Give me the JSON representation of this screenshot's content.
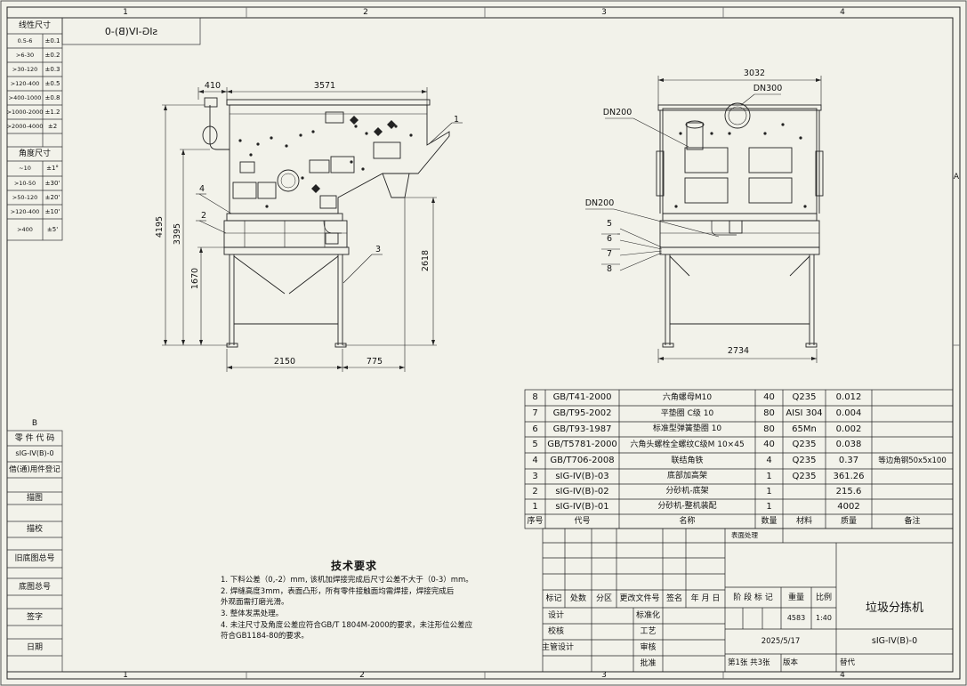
{
  "zones": {
    "top": [
      "1",
      "2",
      "3",
      "4"
    ],
    "bottom": [
      "1",
      "2",
      "3",
      "4"
    ],
    "right": [
      "A"
    ],
    "left": [
      "B"
    ]
  },
  "mirror_drawing_no": "sIG-IV(B)-0",
  "tolerance": {
    "linear_title": "线性尺寸",
    "linear": [
      {
        "range": "0.5-6",
        "tol": "±0.1"
      },
      {
        "range": ">6-30",
        "tol": "±0.2"
      },
      {
        "range": ">30-120",
        "tol": "±0.3"
      },
      {
        "range": ">120-400",
        "tol": "±0.5"
      },
      {
        "range": ">400-1000",
        "tol": "±0.8"
      },
      {
        "range": ">1000-2000",
        "tol": "±1.2"
      },
      {
        "range": ">2000-4000",
        "tol": "±2"
      }
    ],
    "angle_title": "角度尺寸",
    "angle": [
      {
        "range": "~10",
        "tol": "±1°"
      },
      {
        "range": ">10-50",
        "tol": "±30'"
      },
      {
        "range": ">50-120",
        "tol": "±20'"
      },
      {
        "range": ">120-400",
        "tol": "±10'"
      },
      {
        "range": ">400",
        "tol": "±5'"
      }
    ]
  },
  "left_panel": {
    "part_code_label": "零 件 代 码",
    "part_code": "sIG-IV(B)-0",
    "borrow_label": "借(通)用件登记",
    "rows": [
      "描图",
      "描校",
      "旧底图总号",
      "底图总号",
      "签字",
      "日期"
    ]
  },
  "dims_front": {
    "d410": "410",
    "d3571": "3571",
    "d4195": "4195",
    "d3395": "3395",
    "d1670": "1670",
    "d2618": "2618",
    "d2150": "2150",
    "d775": "775"
  },
  "dims_side": {
    "d3032": "3032",
    "d2734": "2734",
    "dn300": "DN300",
    "dn200a": "DN200",
    "dn200b": "DN200"
  },
  "balloons_front": [
    "1",
    "2",
    "3",
    "4"
  ],
  "balloons_side": [
    "5",
    "6",
    "7",
    "8"
  ],
  "bom": {
    "rows": [
      {
        "no": "8",
        "code": "GB/T41-2000",
        "name": "六角螺母M10",
        "qty": "40",
        "mat": "Q235",
        "mass": "0.012",
        "note": ""
      },
      {
        "no": "7",
        "code": "GB/T95-2002",
        "name": "平垫圈 C级 10",
        "qty": "80",
        "mat": "AISI 304",
        "mass": "0.004",
        "note": ""
      },
      {
        "no": "6",
        "code": "GB/T93-1987",
        "name": "标准型弹簧垫圈 10",
        "qty": "80",
        "mat": "65Mn",
        "mass": "0.002",
        "note": ""
      },
      {
        "no": "5",
        "code": "GB/T5781-2000",
        "name": "六角头螺栓全螺纹C级M 10×45",
        "qty": "40",
        "mat": "Q235",
        "mass": "0.038",
        "note": ""
      },
      {
        "no": "4",
        "code": "GB/T706-2008",
        "name": "联结角铁",
        "qty": "4",
        "mat": "Q235",
        "mass": "0.37",
        "note": "等边角钢50x5x100"
      },
      {
        "no": "3",
        "code": "sIG-IV(B)-03",
        "name": "底部加高架",
        "qty": "1",
        "mat": "Q235",
        "mass": "361.26",
        "note": ""
      },
      {
        "no": "2",
        "code": "sIG-IV(B)-02",
        "name": "分砂机-底架",
        "qty": "1",
        "mat": "",
        "mass": "215.6",
        "note": ""
      },
      {
        "no": "1",
        "code": "sIG-IV(B)-01",
        "name": "分砂机-整机装配",
        "qty": "1",
        "mat": "",
        "mass": "4002",
        "note": ""
      }
    ],
    "header": {
      "no": "序号",
      "code": "代号",
      "name": "名称",
      "qty": "数量",
      "mat": "材料",
      "mass": "质量",
      "note": "备注"
    }
  },
  "tech": {
    "title": "技术要求",
    "items": [
      "1. 下料公差（0,-2）mm, 该机加焊接完成后尺寸公差不大于（0-3）mm。",
      "2. 焊缝高度3mm，表面凸形，所有零件接触面均需焊接，焊接完成后",
      "    外观面需打磨光滑。",
      "3. 整体发黑处理。",
      "4. 未注尺寸及角度公差应符合GB/T 1804M-2000的要求，未注形位公差应",
      "    符合GB1184-80的要求。"
    ]
  },
  "title_block": {
    "surface": "表面处理",
    "labels": {
      "mark": "标记",
      "count": "处数",
      "zone": "分区",
      "doc": "更改文件号",
      "sign": "签名",
      "date": "年 月 日"
    },
    "design": "设计",
    "check": "校核",
    "chief": "主管设计",
    "std": "标准化",
    "craft": "工艺",
    "review": "审核",
    "approve": "批准",
    "stage": "阶 段 标 记",
    "weight_label": "重量",
    "scale_label": "比例",
    "weight": "4583",
    "scale": "1:40",
    "date": "2025/5/17",
    "sheet": "第1张  共3张",
    "version": "版本",
    "replace": "替代",
    "title": "垃圾分拣机",
    "drawing_no": "sIG-IV(B)-0"
  }
}
